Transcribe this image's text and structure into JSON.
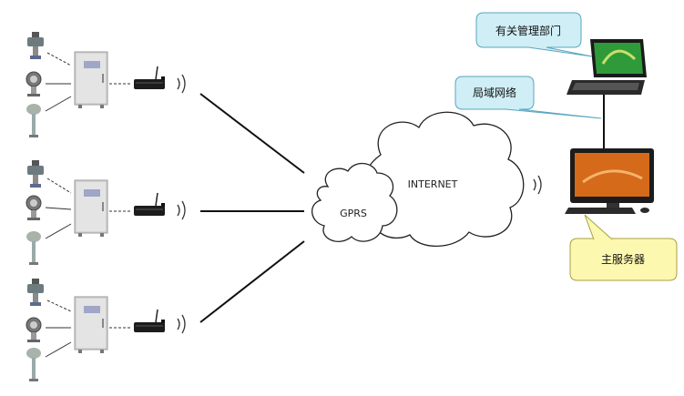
{
  "nodes": {
    "gprs_label": "GPRS",
    "internet_label": "INTERNET"
  },
  "callouts": {
    "authority": "有关管理部门",
    "lan": "局域网络",
    "main_server": "主服务器"
  },
  "colors": {
    "callout_blue_fill": "#cfeef5",
    "callout_blue_stroke": "#5aa5c0",
    "callout_yellow_fill": "#fdf8b0",
    "callout_yellow_stroke": "#a8a040",
    "cabinet_fill": "#d8d8d8",
    "modem_fill": "#1b1b1b",
    "screen_fill": "#d46a1a",
    "laptop_screen": "#2f9a3a"
  },
  "icons": [
    "sensor-icon",
    "control-cabinet-icon",
    "gprs-modem-icon",
    "wireless-signal-icon",
    "cloud-icon",
    "laptop-icon",
    "desktop-computer-icon"
  ]
}
